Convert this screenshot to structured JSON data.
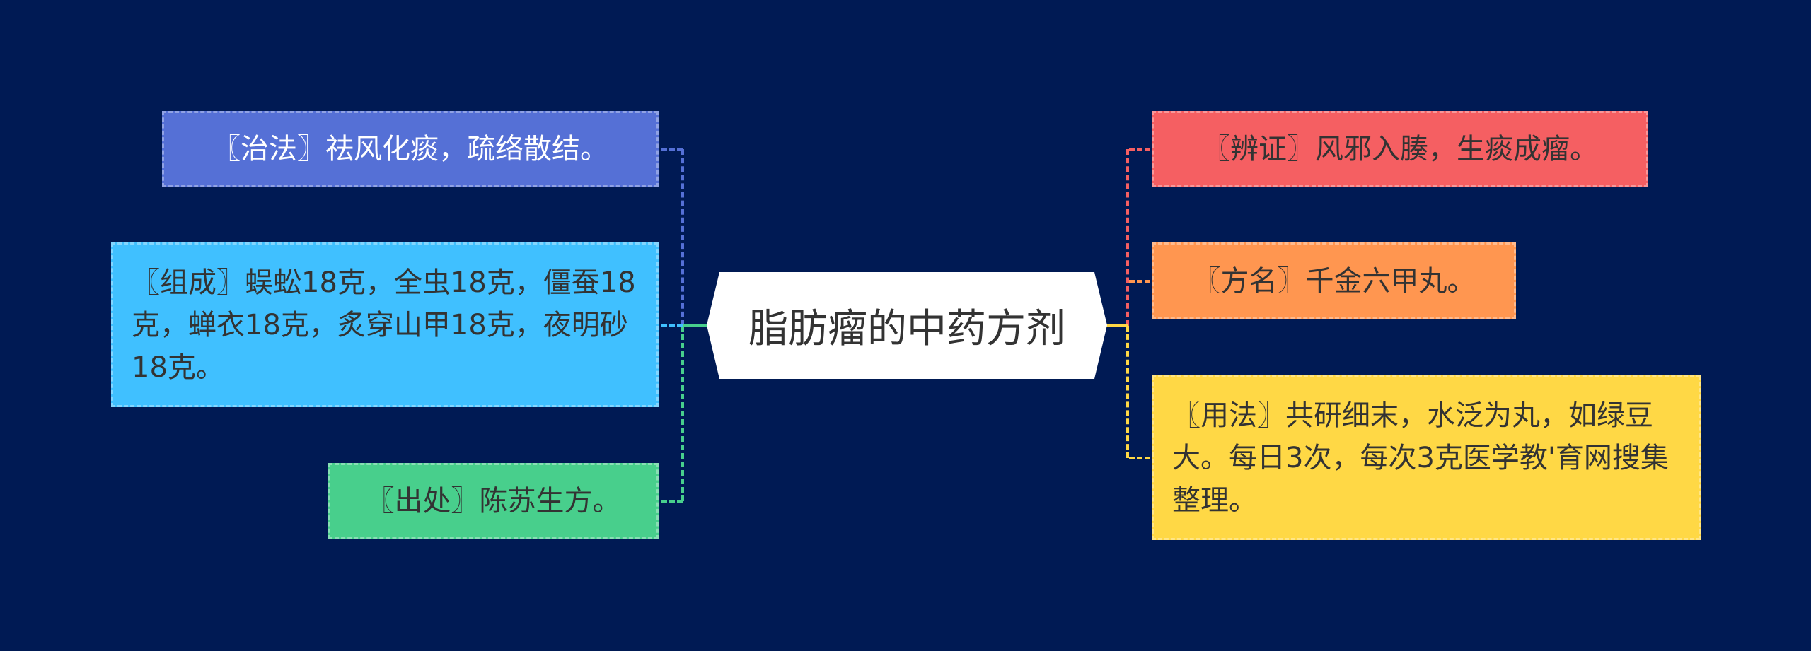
{
  "center": {
    "label": "脂肪瘤的中药方剂",
    "bg": "#ffffff"
  },
  "left": [
    {
      "label": "〖治法〗祛风化痰，疏络散结。",
      "color": "#5570d6",
      "text_color": "#ffffff"
    },
    {
      "label": "〖组成〗蜈蚣18克，全虫18克，僵蚕18克，蝉衣18克，炙穿山甲18克，夜明砂18克。",
      "color": "#40c0ff",
      "text_color": "#333333"
    },
    {
      "label": "〖出处〗陈苏生方。",
      "color": "#48cf8c",
      "text_color": "#333333"
    }
  ],
  "right": [
    {
      "label": "〖辨证〗风邪入腠，生痰成瘤。",
      "color": "#f55f62",
      "text_color": "#333333"
    },
    {
      "label": "〖方名〗千金六甲丸。",
      "color": "#ff9650",
      "text_color": "#333333"
    },
    {
      "label": "〖用法〗共研细末，水泛为丸，如绿豆大。每日3次，每次3克医学教'育网搜集整理。",
      "color": "#ffd845",
      "text_color": "#333333"
    }
  ],
  "background": "#001a54"
}
